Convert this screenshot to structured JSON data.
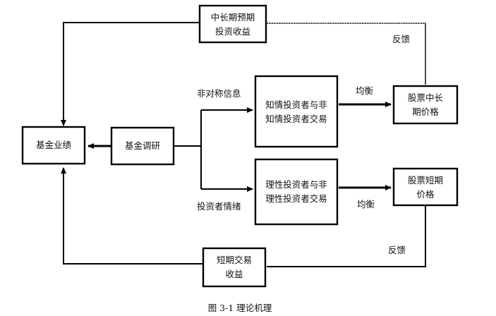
{
  "nodes": {
    "mid_long_return": {
      "lines": [
        "中长期预期",
        "投资收益"
      ]
    },
    "fund_performance": {
      "lines": [
        "基金业绩"
      ]
    },
    "fund_research": {
      "lines": [
        "基金调研"
      ]
    },
    "informed_trade": {
      "lines": [
        "知情投资者与非",
        "知情投资者交易"
      ]
    },
    "rational_trade": {
      "lines": [
        "理性投资者与非",
        "理性投资者交易"
      ]
    },
    "stock_mid_long": {
      "lines": [
        "股票中长",
        "期价格"
      ]
    },
    "stock_short": {
      "lines": [
        "股票短期",
        "价格"
      ]
    },
    "short_return": {
      "lines": [
        "短期交易",
        "收益"
      ]
    }
  },
  "edge_labels": {
    "asymmetric_info": "非对称信息",
    "investor_sentiment": "投资者情绪",
    "equilibrium_top": "均衡",
    "equilibrium_bottom": "均衡",
    "feedback_top": "反馈",
    "feedback_bottom": "反馈"
  },
  "caption": "图 3-1 理论机理"
}
